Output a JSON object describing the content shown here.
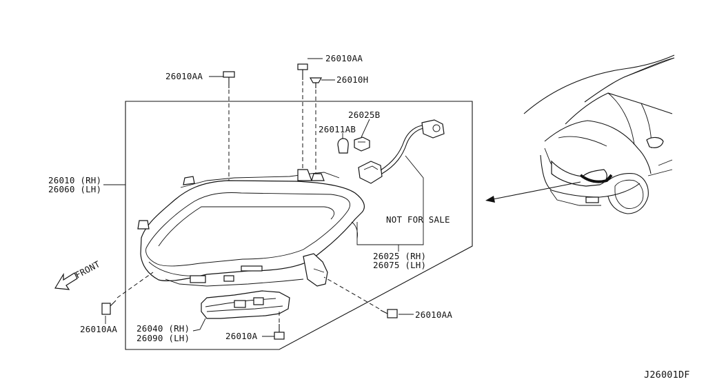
{
  "diagram_id": "J26001DF",
  "labels": {
    "headlamp_rh": "26010 (RH)",
    "headlamp_lh": "26060 (LH)",
    "screw_top_left": "26010AA",
    "screw_top_mid": "26010AA",
    "clip_top": "26010H",
    "socket": "26025B",
    "bulb": "26011AB",
    "not_for_sale": "NOT FOR SALE",
    "harness_rh": "26025 (RH)",
    "harness_lh": "26075 (LH)",
    "screw_bottom_left": "26010AA",
    "bracket_rh": "26040 (RH)",
    "bracket_lh": "26090 (LH)",
    "screw_bracket": "26010A",
    "screw_bottom_right": "26010AA",
    "front": "FRONT"
  },
  "icons": [
    "front-arrow-icon",
    "car-outline-icon",
    "screw-icon",
    "bulb-icon",
    "socket-icon"
  ]
}
